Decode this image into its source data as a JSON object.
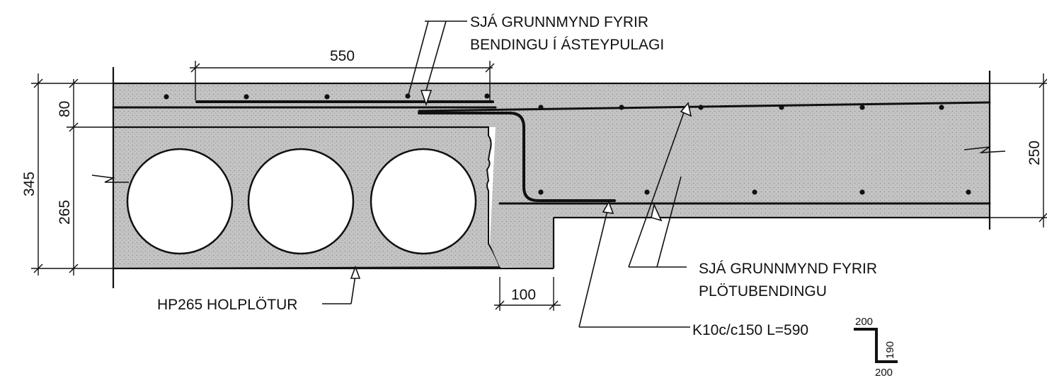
{
  "notes": {
    "top_line1": "SJÁ GRUNNMYND FYRIR",
    "top_line2": "BENDINGU Í ÁSTEYPULAGI",
    "right_line1": "SJÁ GRUNNMYND FYRIR",
    "right_line2": "PLÖTUBENDINGU",
    "slab": "HP265 HOLPLÖTUR",
    "rebar": "K10c/c150 L=590"
  },
  "dimensions": {
    "top_len": "550",
    "topping": "80",
    "slab_depth": "265",
    "total_depth": "345",
    "bearing": "100",
    "slab_thickness": "250"
  },
  "bar_shape": {
    "top_leg": "200",
    "vertical_leg": "190",
    "bottom_leg": "200"
  },
  "colors": {
    "concrete": "#bdbdbd",
    "ink": "#111111"
  }
}
